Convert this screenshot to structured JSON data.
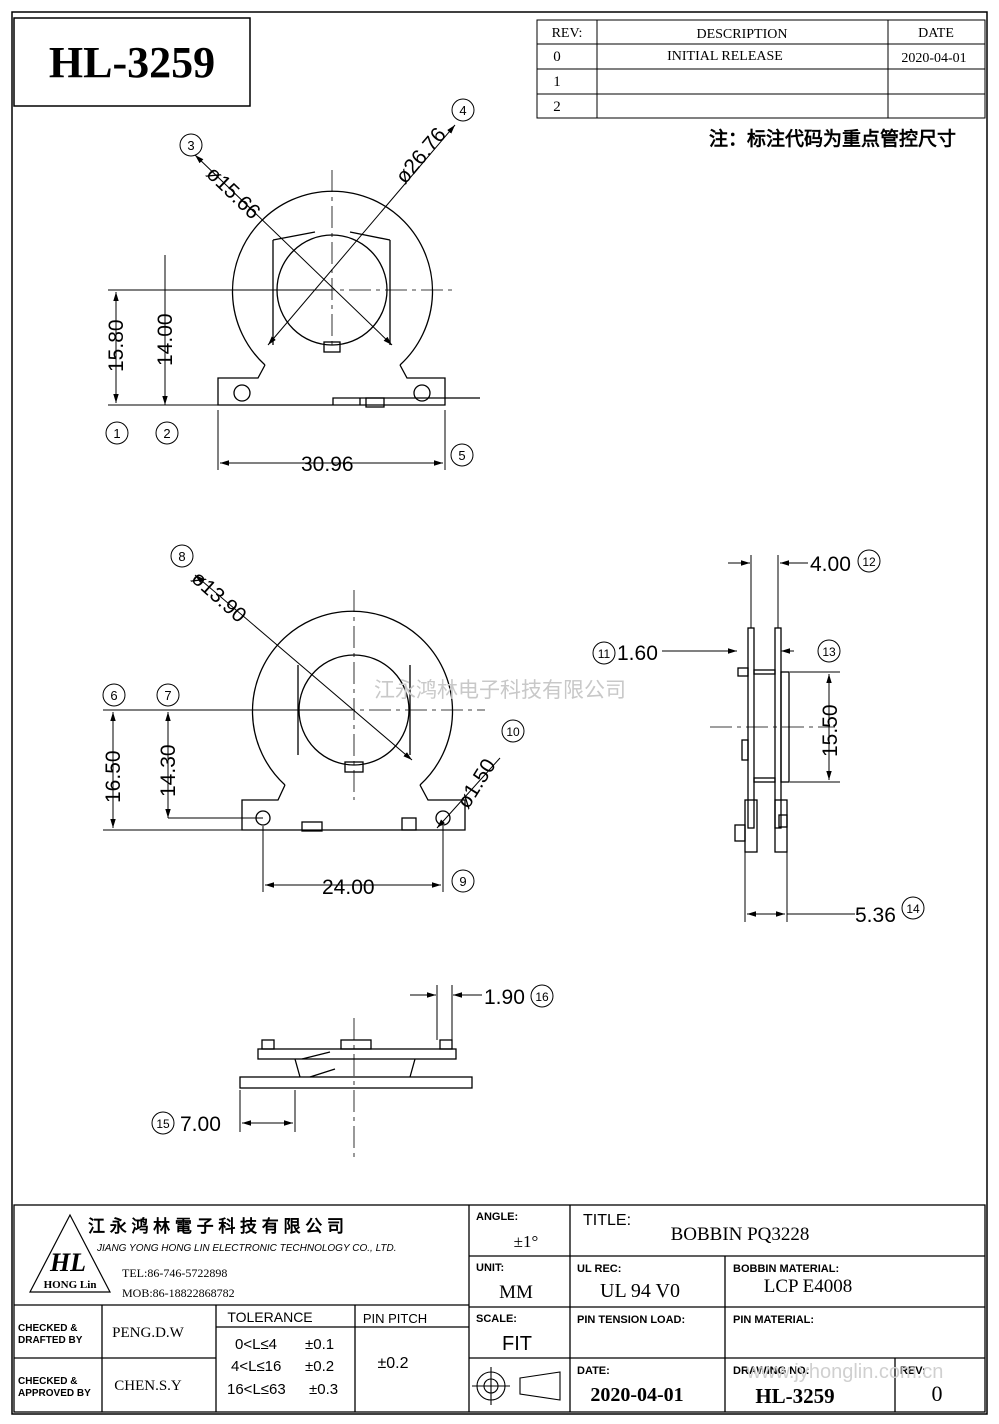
{
  "part_number": "HL-3259",
  "revision_table": {
    "headers": {
      "rev": "REV:",
      "description": "DESCRIPTION",
      "date": "DATE"
    },
    "rows": [
      {
        "rev": "0",
        "description": "INITIAL RELEASE",
        "date": "2020-04-01"
      },
      {
        "rev": "1",
        "description": "",
        "date": ""
      },
      {
        "rev": "2",
        "description": "",
        "date": ""
      }
    ]
  },
  "note": "注：标注代码为重点管控尺寸",
  "watermark": "江永鸿林电子科技有限公司",
  "dimensions": {
    "d3": "ø15.66",
    "d4": "ø26.76",
    "d1": "15.80",
    "d2": "14.00",
    "d5": "30.96",
    "d8": "ø13.90",
    "d6": "16.50",
    "d7": "14.30",
    "d10": "ø1.50",
    "d9": "24.00",
    "d12": "4.00",
    "d11": "1.60",
    "d13": "15.50",
    "d14": "5.36",
    "d16": "1.90",
    "d15": "7.00"
  },
  "markers": {
    "m1": "1",
    "m2": "2",
    "m3": "3",
    "m4": "4",
    "m5": "5",
    "m6": "6",
    "m7": "7",
    "m8": "8",
    "m9": "9",
    "m10": "10",
    "m11": "11",
    "m12": "12",
    "m13": "13",
    "m14": "14",
    "m15": "15",
    "m16": "16"
  },
  "title_block": {
    "company_cn": "江 永 鸿 林 電 子 科 技 有 限 公 司",
    "company_en": "JIANG YONG HONG LIN ELECTRONIC TECHNOLOGY CO., LTD.",
    "logo_text": "HL",
    "logo_sub": "HONG Lin",
    "tel": "TEL:86-746-5722898",
    "mob": "MOB:86-18822868782",
    "angle_label": "ANGLE:",
    "angle_value": "±1°",
    "unit_label": "UNIT:",
    "unit_value": "MM",
    "scale_label": "SCALE:",
    "scale_value": "FIT",
    "title_label": "TITLE:",
    "title_value": "BOBBIN   PQ3228",
    "ul_label": "UL REC:",
    "ul_value": "UL 94 V0",
    "material_label": "BOBBIN MATERIAL:",
    "material_value": "LCP   E4008",
    "pin_tension_label": "PIN TENSION LOAD:",
    "pin_material_label": "PIN MATERIAL:",
    "date_label": "DATE:",
    "date_value": "2020-04-01",
    "drawing_label": "DRAWING NO:",
    "drawing_value": "HL-3259",
    "rev_label": "REV:",
    "rev_value": "0",
    "checked_drafted": "CHECKED & DRAFTED BY",
    "drafter": "PENG.D.W",
    "checked_approved": "CHECKED & APPROVED BY",
    "approver": "CHEN.S.Y",
    "tolerance_label": "TOLERANCE",
    "tolerance_rows": [
      {
        "range": "0<L≤4",
        "value": "±0.1"
      },
      {
        "range": "4<L≤16",
        "value": "±0.2"
      },
      {
        "range": "16<L≤63",
        "value": "±0.3"
      }
    ],
    "pin_pitch_label": "PIN PITCH",
    "pin_pitch_value": "±0.2",
    "url_watermark": "www.jyhonglin.com.cn"
  }
}
